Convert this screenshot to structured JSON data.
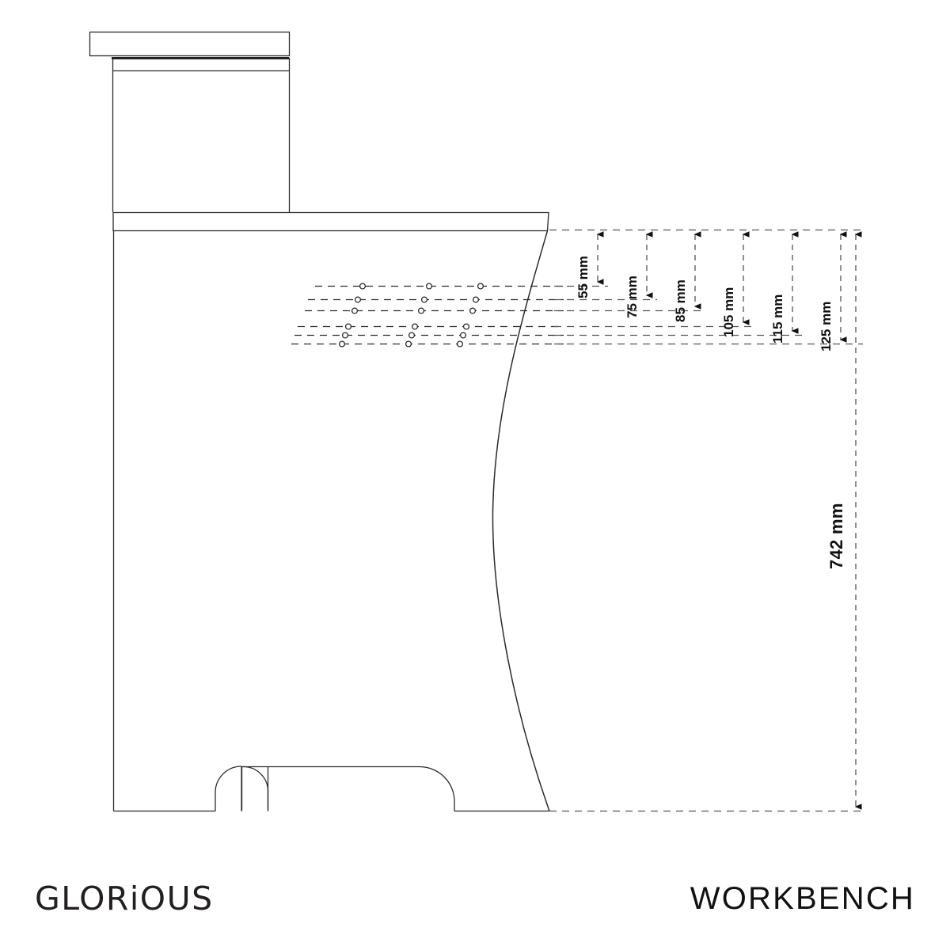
{
  "sheet": {
    "title": "Glorious Workbench side elevation technical drawing",
    "background_color": "#ffffff",
    "line_color": "#2b2b2b",
    "dim_color": "#111111",
    "dashed_color": "#5a5a5a"
  },
  "footer": {
    "brand": "GLORiOUS",
    "product": "WORKBENCH"
  },
  "dimensions": {
    "height_labels": [
      {
        "id": "d55",
        "text": "55 mm",
        "value": 55,
        "unit": "mm"
      },
      {
        "id": "d75",
        "text": "75 mm",
        "value": 75,
        "unit": "mm"
      },
      {
        "id": "d85",
        "text": "85 mm",
        "value": 85,
        "unit": "mm"
      },
      {
        "id": "d105",
        "text": "105 mm",
        "value": 105,
        "unit": "mm"
      },
      {
        "id": "d115",
        "text": "115 mm",
        "value": 115,
        "unit": "mm"
      },
      {
        "id": "d125",
        "text": "125 mm",
        "value": 125,
        "unit": "mm"
      }
    ],
    "total_height": {
      "id": "d742",
      "text": "742 mm",
      "value": 742,
      "unit": "mm"
    }
  },
  "mounting_rows": [
    {
      "index": 1,
      "label": "55 mm row",
      "holes": 3
    },
    {
      "index": 2,
      "label": "75 mm row",
      "holes": 3
    },
    {
      "index": 3,
      "label": "85 mm row",
      "holes": 3
    },
    {
      "index": 4,
      "label": "105 mm row",
      "holes": 3
    },
    {
      "index": 5,
      "label": "115 mm row",
      "holes": 3
    },
    {
      "index": 6,
      "label": "125 mm row",
      "holes": 3
    }
  ]
}
